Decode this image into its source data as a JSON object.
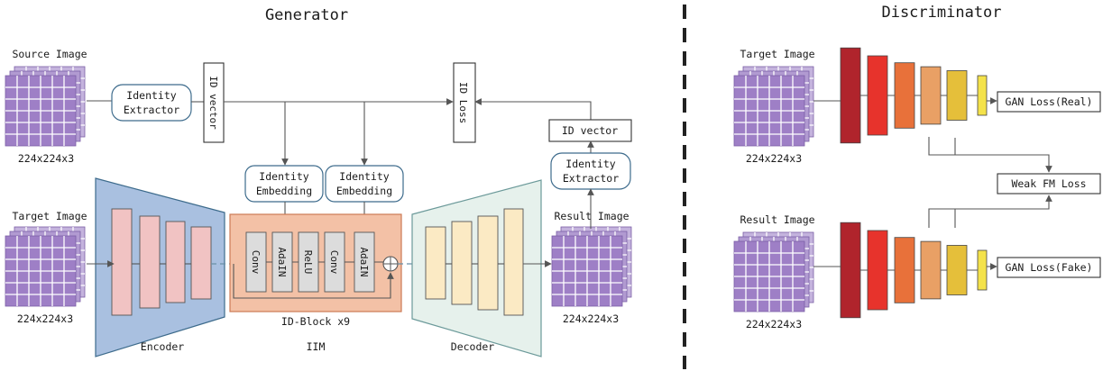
{
  "generator": {
    "title": "Generator",
    "source_image_label": "Source Image",
    "target_image_label": "Target Image",
    "result_image_label": "Result Image",
    "size_source": "224x224x3",
    "size_target": "224x224x3",
    "size_result": "224x224x3",
    "identity_extractor_1": [
      "Identity",
      "Extractor"
    ],
    "identity_extractor_2": [
      "Identity",
      "Extractor"
    ],
    "id_vector_1": "ID vector",
    "id_vector_2": "ID vector",
    "id_loss": "ID Loss",
    "identity_embedding_1": [
      "Identity",
      "Embedding"
    ],
    "identity_embedding_2": [
      "Identity",
      "Embedding"
    ],
    "encoder_label": "Encoder",
    "iim_label": "IIM",
    "idblock_label": "ID-Block x9",
    "decoder_label": "Decoder",
    "block_layers": [
      "Conv",
      "AdaIN",
      "ReLU",
      "Conv",
      "AdaIN"
    ]
  },
  "discriminator": {
    "title": "Discriminator",
    "target_image_label": "Target Image",
    "result_image_label": "Result Image",
    "size_target": "224x224x3",
    "size_result": "224x224x3",
    "gan_loss_real": "GAN Loss(Real)",
    "gan_loss_fake": "GAN Loss(Fake)",
    "weak_fm_loss": "Weak FM Loss"
  },
  "colors": {
    "encoder": "#a9c0e0",
    "encoder_layer": "#f1c3c3",
    "iim": "#f3c1a6",
    "iim_layer": "#dcdcdc",
    "decoder": "#e6f1ec",
    "decoder_layer": "#fbeac4",
    "grid_front": "#9e7fc6",
    "disc_layers": [
      "#b0242c",
      "#e7332c",
      "#e8713a",
      "#e9a065",
      "#e5bf3a",
      "#f4e24a"
    ]
  }
}
